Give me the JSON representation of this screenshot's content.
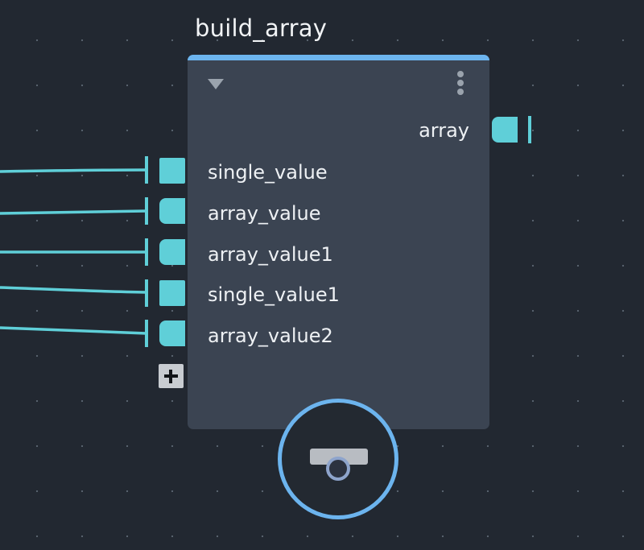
{
  "node": {
    "title": "build_array",
    "accent_color": "#6cb4ee",
    "body_color": "#3b4452",
    "port_color": "#5fcfd8",
    "collapse_icon": "triangle-down-icon",
    "menu_icon": "kebab-menu-icon",
    "output": {
      "label": "array",
      "type": "array"
    },
    "inputs": [
      {
        "label": "single_value",
        "type": "single"
      },
      {
        "label": "array_value",
        "type": "array"
      },
      {
        "label": "array_value1",
        "type": "array"
      },
      {
        "label": "single_value1",
        "type": "single"
      },
      {
        "label": "array_value2",
        "type": "array"
      }
    ],
    "add_port_icon": "plus-icon",
    "execute_icon": "camera-icon"
  }
}
